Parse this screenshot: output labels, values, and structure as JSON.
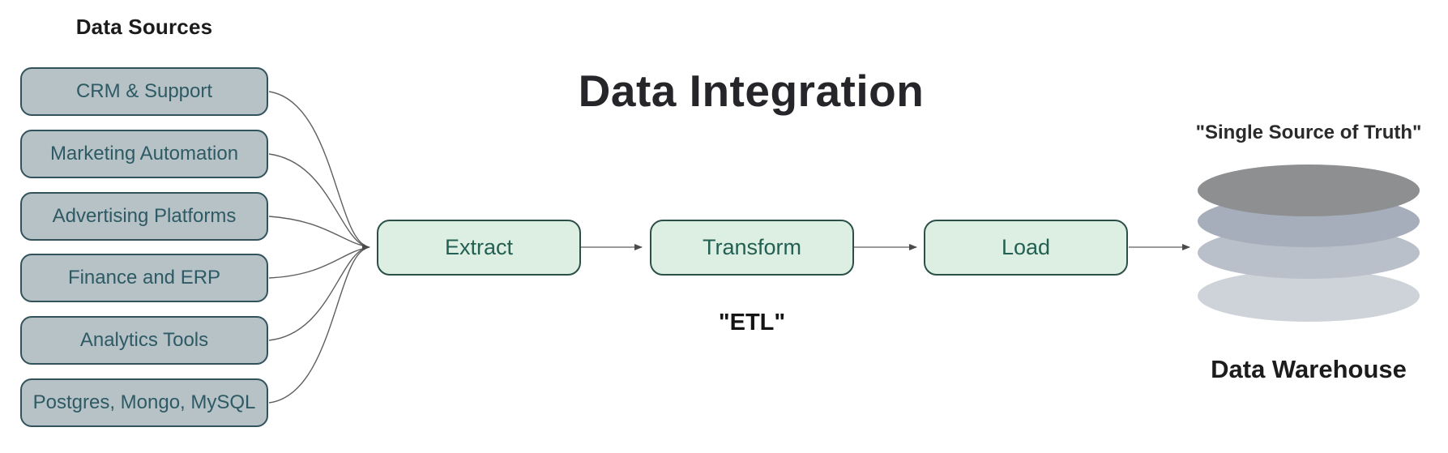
{
  "title": "Data Integration",
  "sources": {
    "heading": "Data Sources",
    "items": [
      "CRM & Support",
      "Marketing Automation",
      "Advertising Platforms",
      "Finance and ERP",
      "Analytics Tools",
      "Postgres, Mongo, MySQL"
    ]
  },
  "stages": {
    "items": [
      "Extract",
      "Transform",
      "Load"
    ],
    "caption": "\"ETL\""
  },
  "warehouse": {
    "quote": "\"Single Source of Truth\"",
    "label": "Data Warehouse",
    "icon": "database-cylinder-icon",
    "layer_colors": [
      "#ced3d9",
      "#b9c0ca",
      "#a6aebb",
      "#8e8f91"
    ]
  },
  "colors": {
    "source_box_fill": "#b7c2c7",
    "source_box_border": "#33535c",
    "source_box_text": "#2d5a64",
    "stage_box_fill": "#dcefe2",
    "stage_box_border": "#2b4f49",
    "stage_box_text": "#235f53",
    "connector_line": "#5f5f5f",
    "heading_text": "#1b1b1b"
  }
}
